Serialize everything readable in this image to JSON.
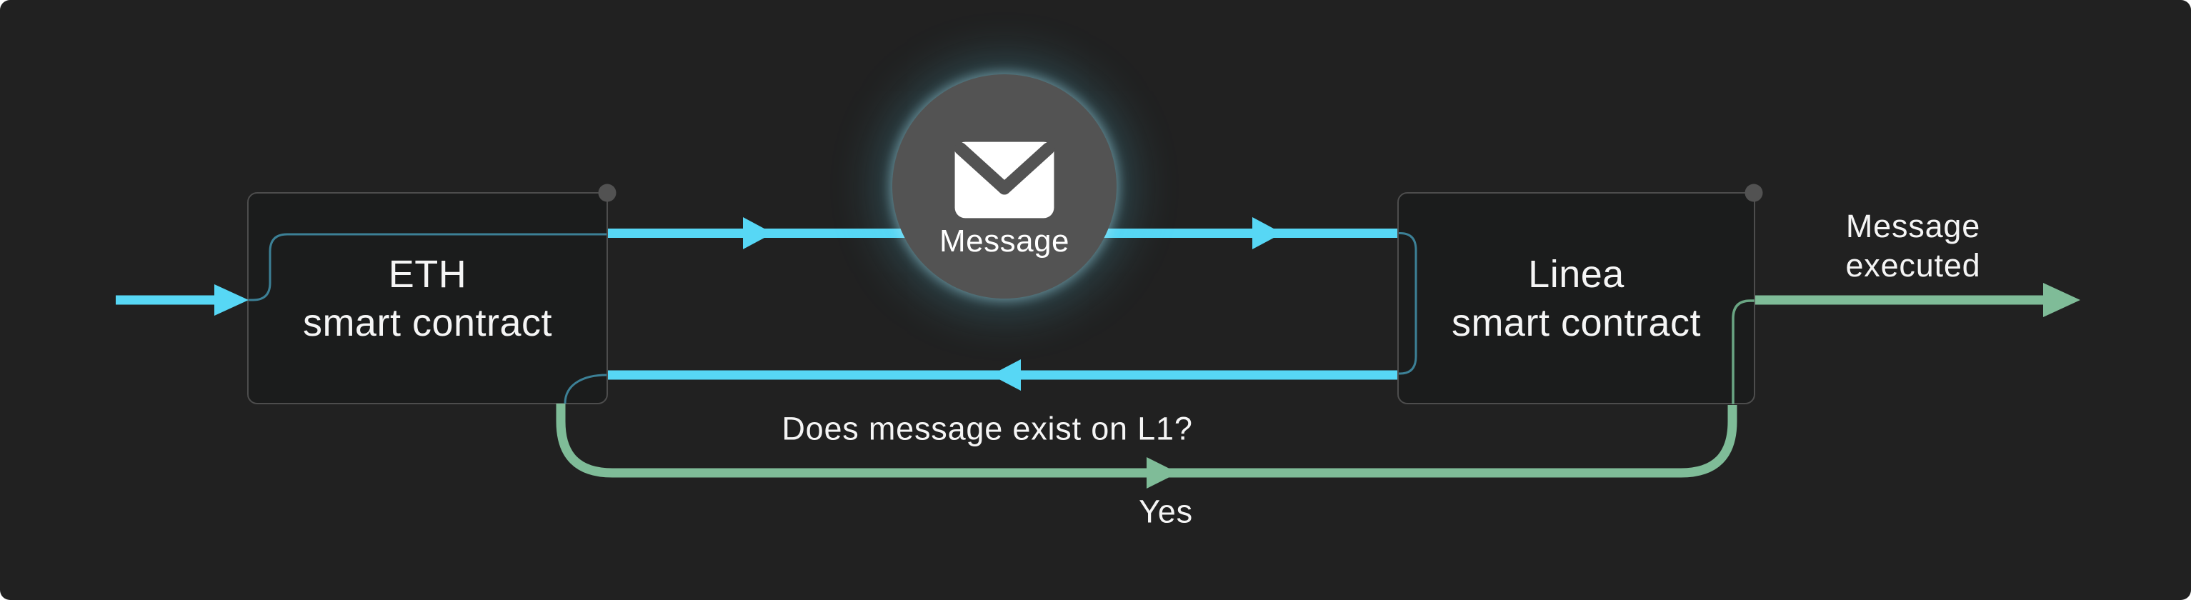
{
  "diagram": {
    "nodes": {
      "eth": {
        "line1": "ETH",
        "line2": "smart contract"
      },
      "linea": {
        "line1": "Linea",
        "line2": "smart contract"
      }
    },
    "message_node": {
      "label": "Message",
      "icon": "envelope-icon"
    },
    "annotations": {
      "question": "Does message exist on L1?",
      "yes": "Yes",
      "executed": "Message executed"
    },
    "colors": {
      "background": "#212121",
      "node_fill": "#1b1c1c",
      "node_border": "#4d4d4d",
      "connector_dot": "#525252",
      "cyan": "#57d7f5",
      "teal_thin": "#3c8096",
      "green": "#7fbc98",
      "green_thin": "#6aa583",
      "circle_fill": "#535353",
      "text": "#f5f5f5"
    }
  }
}
